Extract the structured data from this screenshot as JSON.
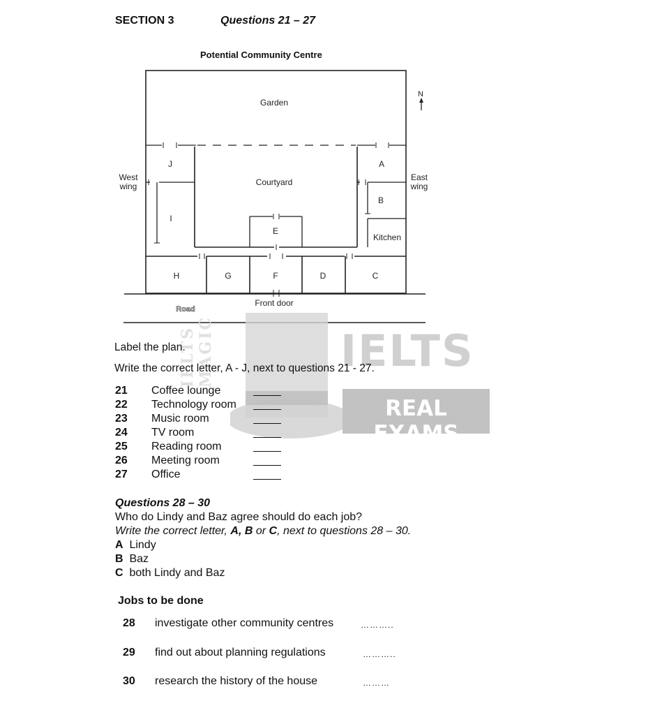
{
  "header": {
    "section": "SECTION 3",
    "questions": "Questions 21 – 27"
  },
  "plan": {
    "title": "Potential Community Centre",
    "north": "N",
    "garden": "Garden",
    "courtyard": "Courtyard",
    "west_wing": [
      "West",
      "wing"
    ],
    "east_wing": [
      "East",
      "wing"
    ],
    "rooms": {
      "a": "A",
      "b": "B",
      "c": "C",
      "d": "D",
      "e": "E",
      "f": "F",
      "g": "G",
      "h": "H",
      "i": "I",
      "j": "J"
    },
    "kitchen": "Kitchen",
    "front_door": "Front door",
    "road": "Road"
  },
  "task1": {
    "instruction_1": "Label the plan.",
    "instruction_2": "Write the correct letter, A - J, next to questions 21 - 27.",
    "questions": [
      {
        "num": "21",
        "label": "Coffee lounge"
      },
      {
        "num": "22",
        "label": "Technology room"
      },
      {
        "num": "23",
        "label": "Music room"
      },
      {
        "num": "24",
        "label": "TV room"
      },
      {
        "num": "25",
        "label": "Reading room"
      },
      {
        "num": "26",
        "label": "Meeting room"
      },
      {
        "num": "27",
        "label": "Office"
      }
    ]
  },
  "task2": {
    "title": "Questions 28 – 30",
    "question": "Who do Lindy and Baz agree should do each job?",
    "instr_a": "Write the correct letter, ",
    "instr_l1": "A, B",
    "instr_or": " or ",
    "instr_l2": "C",
    "instr_b": ", next to questions 28 – 30.",
    "options": [
      {
        "letter": "A",
        "text": "Lindy"
      },
      {
        "letter": "B",
        "text": "Baz"
      },
      {
        "letter": "C",
        "text": "both Lindy and Baz"
      }
    ],
    "jobs_title": "Jobs to be done",
    "jobs": [
      {
        "num": "28",
        "label": "investigate other community centres",
        "dots": "……….."
      },
      {
        "num": "29",
        "label": "find out about planning regulations",
        "dots": "……….."
      },
      {
        "num": "30",
        "label": "research the history of the house",
        "dots": "………"
      }
    ]
  },
  "watermark": {
    "line1": "IELTS",
    "line2": "REAL EXAMS",
    "vertical": "IELTS MAGIC"
  }
}
